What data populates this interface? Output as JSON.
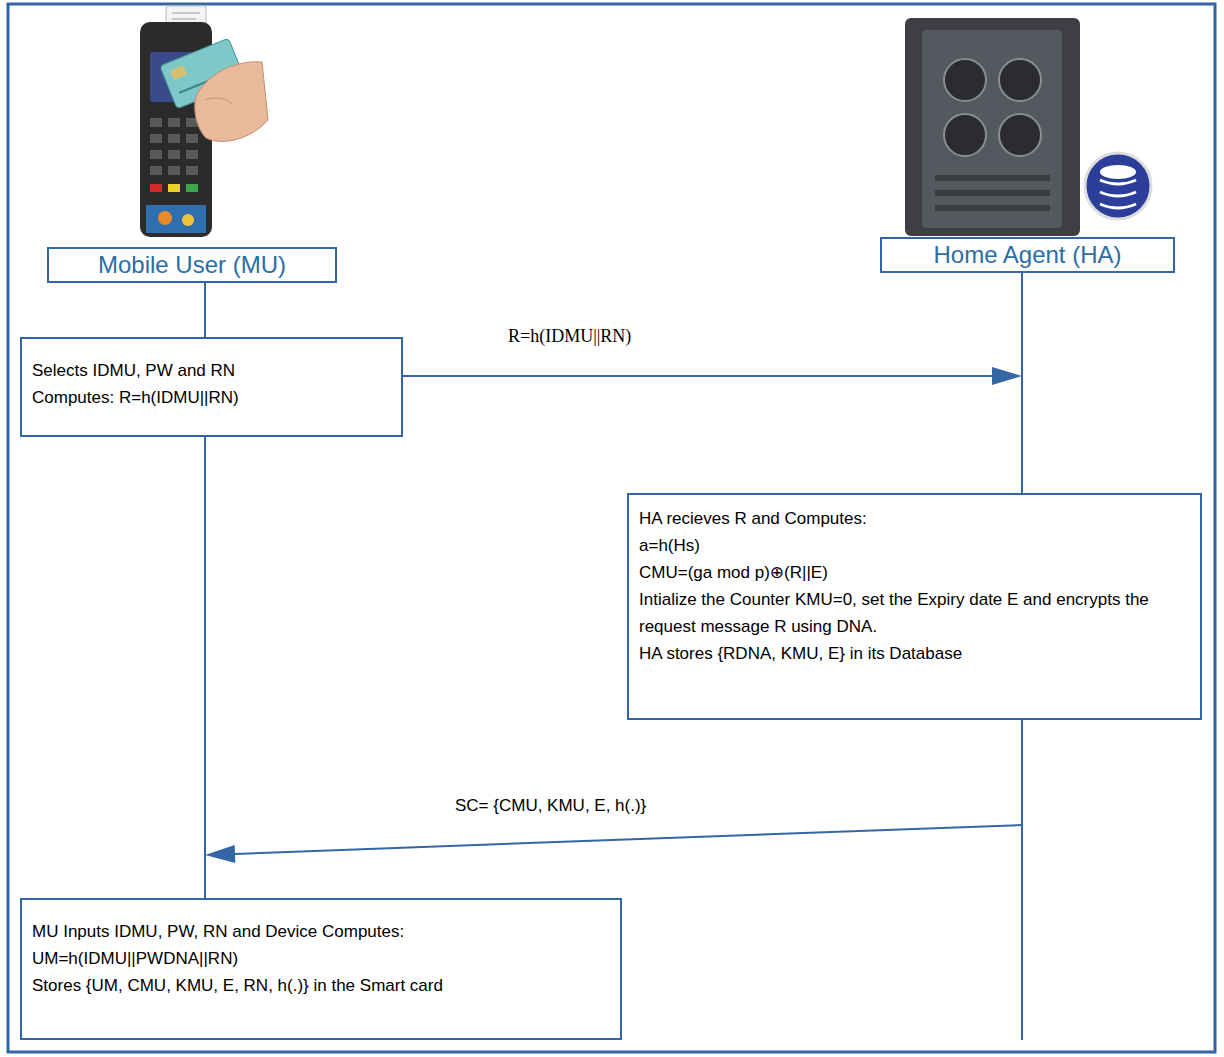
{
  "diagram": {
    "nodes": [
      {
        "text": [
          "Mobile User (MU)"
        ]
      },
      {
        "text": [
          "Home Agent (HA)"
        ]
      },
      {
        "text": [
          "Selects IDMU, PW and RN",
          "Computes: R=h(IDMU||RN)"
        ]
      },
      {
        "text": [
          "HA recieves R and Computes:",
          "a=h(Hs)",
          "CMU=(ga mod p)⊕(R||E)",
          "Intialize the Counter KMU=0, set the Expiry date E and encrypts the request message R using DNA.",
          "HA stores {RDNA, KMU, E} in its Database"
        ]
      },
      {
        "text": [
          "MU Inputs IDMU, PW, RN and Device Computes:",
          "UM=h(IDMU||PWDNA||RN)",
          "Stores {UM, CMU, KMU, E, RN, h(.)} in the Smart card"
        ]
      }
    ],
    "edges": [
      {
        "from": 0,
        "to": 2,
        "arrow": "none"
      },
      {
        "from": 2,
        "to": 4,
        "arrow": "none"
      },
      {
        "from": 1,
        "to": 3,
        "arrow": "none"
      },
      {
        "from": 2,
        "to": 1,
        "label": "R=h(IDMU||RN)",
        "arrow": "to"
      },
      {
        "from": 1,
        "to": 0,
        "label": "SC= {CMU, KMU, E, h(.)}",
        "arrow": "to"
      }
    ]
  }
}
